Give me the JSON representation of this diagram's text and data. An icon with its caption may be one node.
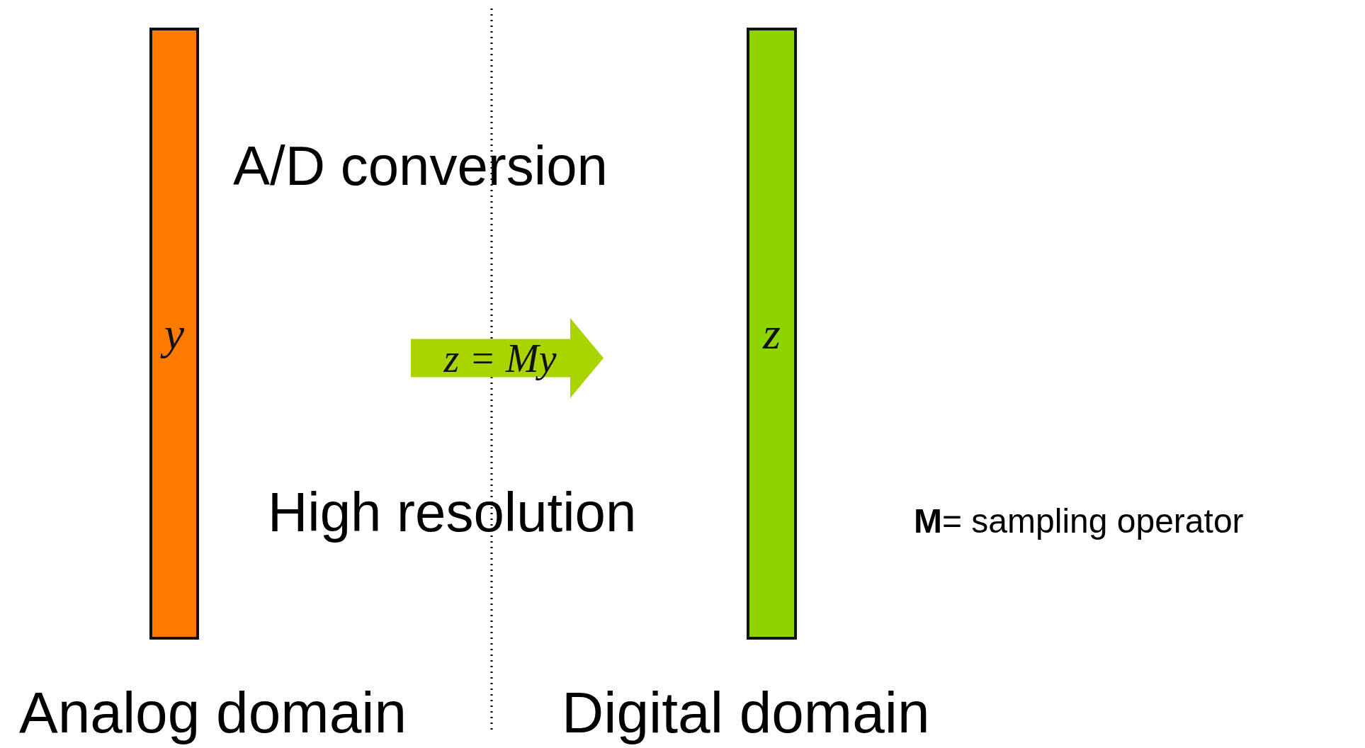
{
  "diagram": {
    "nodes": [
      {
        "text": [
          "*y*"
        ]
      },
      {
        "text": [
          "z = My"
        ]
      },
      {
        "text": [
          "*z*"
        ]
      }
    ],
    "labels": [
      "A/D conversion",
      "High resolution",
      "Analog domain",
      "Digital domain",
      "**M**= sampling operator"
    ]
  }
}
